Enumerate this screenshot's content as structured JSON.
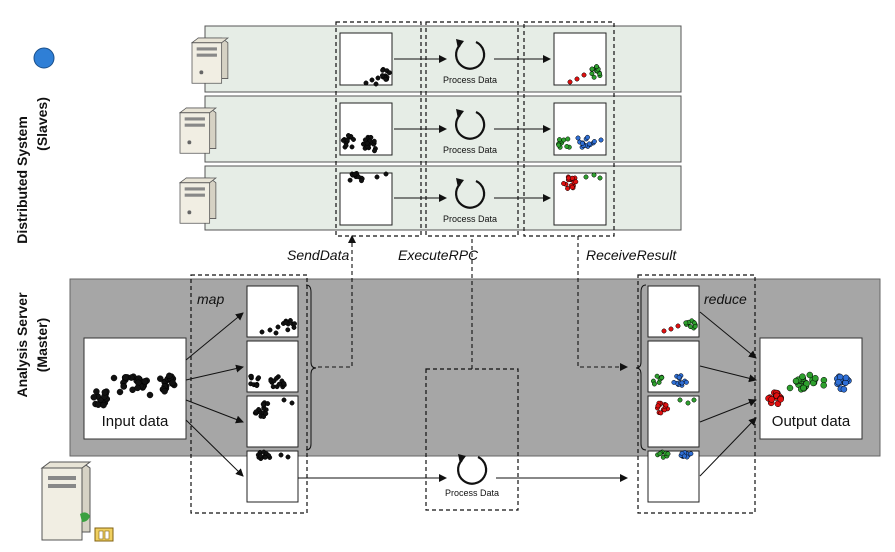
{
  "side_labels": {
    "slaves_line1": "Distributed System",
    "slaves_line2": "(Slaves)",
    "master_line1": "Analysis Server",
    "master_line2": "(Master)"
  },
  "steps": {
    "map": "map",
    "reduce": "reduce",
    "send": "SendData",
    "execute": "ExecuteRPC",
    "receive": "ReceiveResult"
  },
  "process_label": "Process Data",
  "input_label": "Input data",
  "output_label": "Output data",
  "colors": {
    "slave_panel": "#e6ede6",
    "master_panel": "#a6a6a6",
    "dot_black": "#111111",
    "dot_red": "#e01010",
    "dot_green": "#2ea02e",
    "dot_blue": "#2f6fd6"
  },
  "icons": {
    "slave_server": "server-tower-icon",
    "master_server": "server-globe-icon",
    "process": "circular-arrow-icon"
  }
}
